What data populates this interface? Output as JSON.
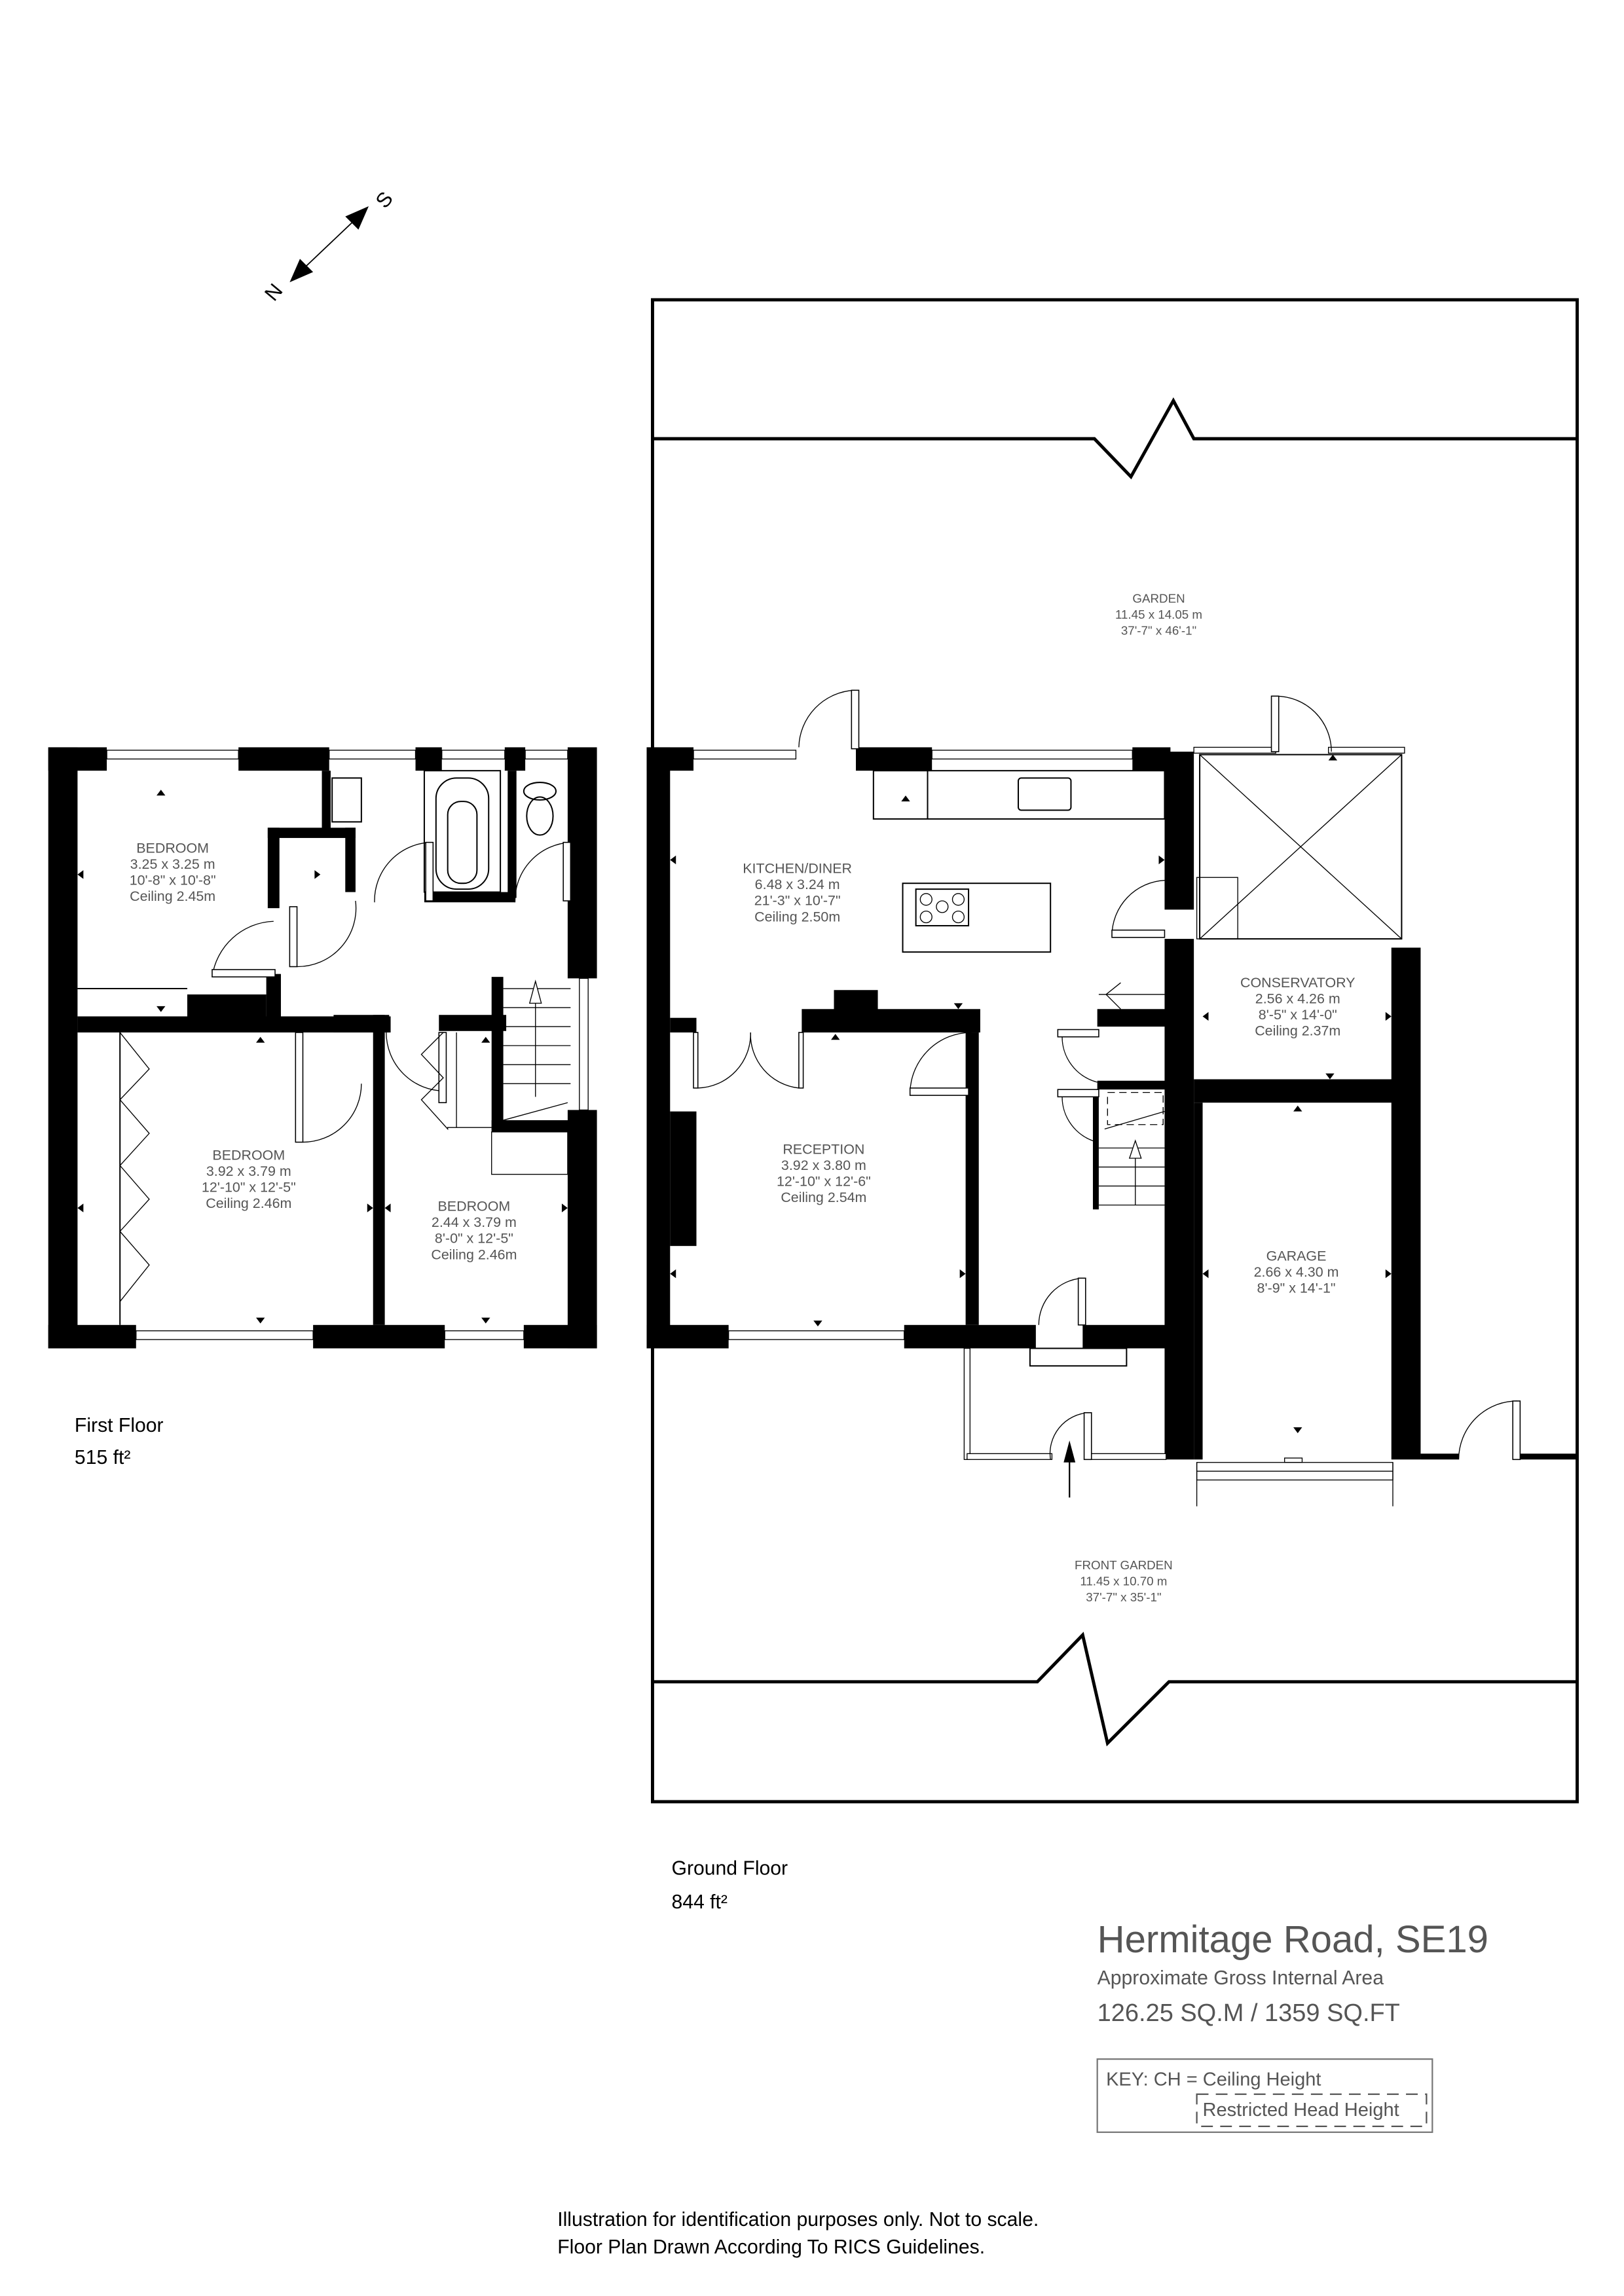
{
  "compass": {
    "north": "N",
    "south": "S"
  },
  "first_floor": {
    "label": "First Floor",
    "area": "515 ft²",
    "rooms": [
      {
        "name": "BEDROOM",
        "metric": "3.25 x 3.25 m",
        "imperial": "10'-8\" x 10'-8\"",
        "ceiling": "Ceiling 2.45m"
      },
      {
        "name": "BEDROOM",
        "metric": "3.92 x 3.79 m",
        "imperial": "12'-10\" x 12'-5\"",
        "ceiling": "Ceiling 2.46m"
      },
      {
        "name": "BEDROOM",
        "metric": "2.44 x 3.79 m",
        "imperial": "8'-0\" x 12'-5\"",
        "ceiling": "Ceiling 2.46m"
      }
    ]
  },
  "ground_floor": {
    "label": "Ground Floor",
    "area": "844 ft²",
    "rooms": [
      {
        "name": "KITCHEN/DINER",
        "metric": "6.48 x 3.24 m",
        "imperial": "21'-3\" x 10'-7\"",
        "ceiling": "Ceiling 2.50m"
      },
      {
        "name": "RECEPTION",
        "metric": "3.92 x 3.80 m",
        "imperial": "12'-10\" x 12'-6\"",
        "ceiling": "Ceiling 2.54m"
      },
      {
        "name": "CONSERVATORY",
        "metric": "2.56 x 4.26 m",
        "imperial": "8'-5\" x 14'-0\"",
        "ceiling": "Ceiling 2.37m"
      },
      {
        "name": "GARAGE",
        "metric": "2.66 x 4.30 m",
        "imperial": "8'-9\" x 14'-1\""
      }
    ],
    "outdoor": [
      {
        "name": "GARDEN",
        "metric": "11.45 x  14.05 m",
        "imperial": "37'-7\" x  46'-1\""
      },
      {
        "name": "FRONT GARDEN",
        "metric": "11.45 x  10.70 m",
        "imperial": "37'-7\" x  35'-1\""
      }
    ]
  },
  "summary": {
    "title": "Hermitage Road, SE19",
    "subtitle": "Approximate Gross Internal Area",
    "area": "126.25 SQ.M / 1359 SQ.FT"
  },
  "key": {
    "ceiling": "KEY: CH = Ceiling Height",
    "restricted": "Restricted Head Height"
  },
  "disclaimer": {
    "line1": "Illustration for identification purposes only. Not to scale.",
    "line2": "Floor Plan Drawn According To RICS Guidelines."
  }
}
